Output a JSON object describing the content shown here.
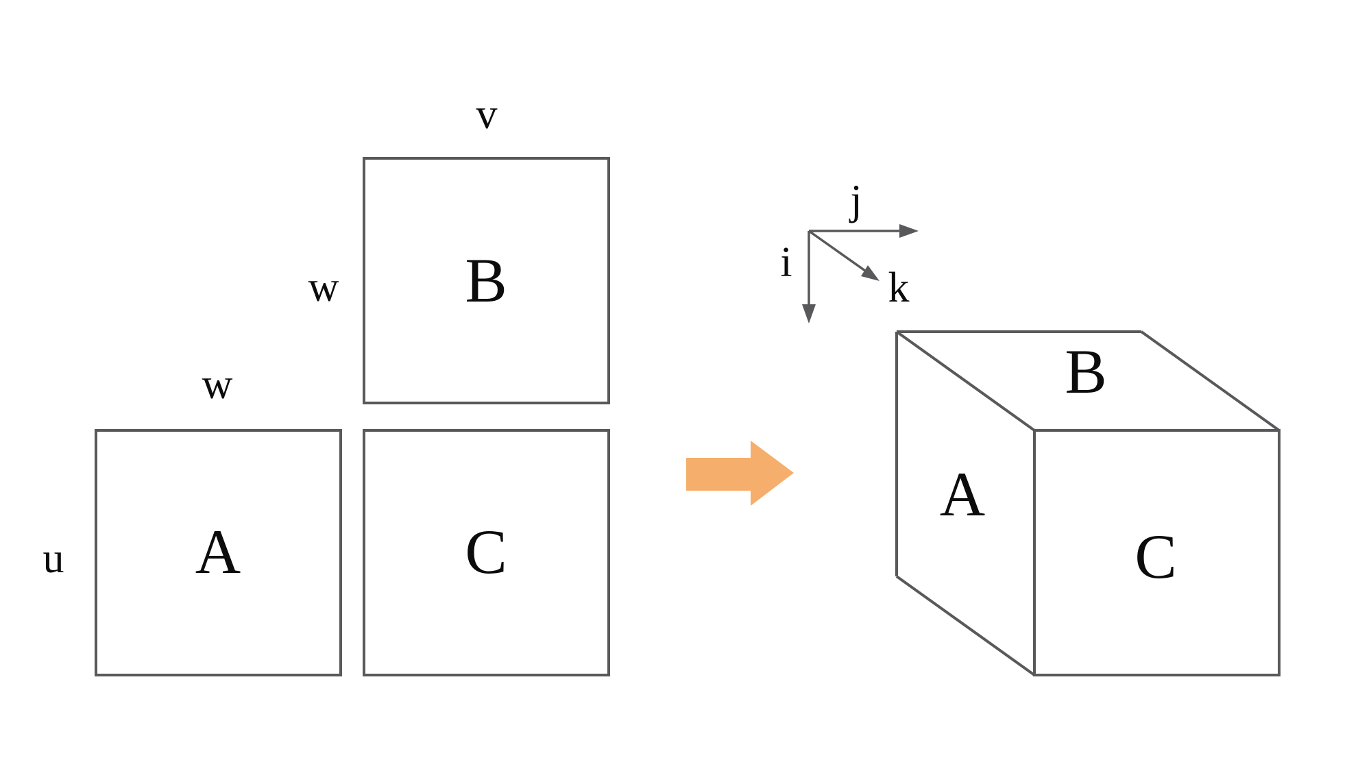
{
  "colors": {
    "background": "#ffffff",
    "line_gray": "#59595b",
    "arrow_orange": "#F5AE6B",
    "text_black": "#0c0c0c"
  },
  "flat_view": {
    "square_a": {
      "label": "A",
      "dim_left": "u",
      "dim_top": "w"
    },
    "square_b": {
      "label": "B",
      "dim_left": "w",
      "dim_top": "v"
    },
    "square_c": {
      "label": "C"
    }
  },
  "axes": {
    "i_label": "i",
    "j_label": "j",
    "k_label": "k"
  },
  "cube_view": {
    "left_face_label": "A",
    "top_face_label": "B",
    "front_face_label": "C"
  }
}
